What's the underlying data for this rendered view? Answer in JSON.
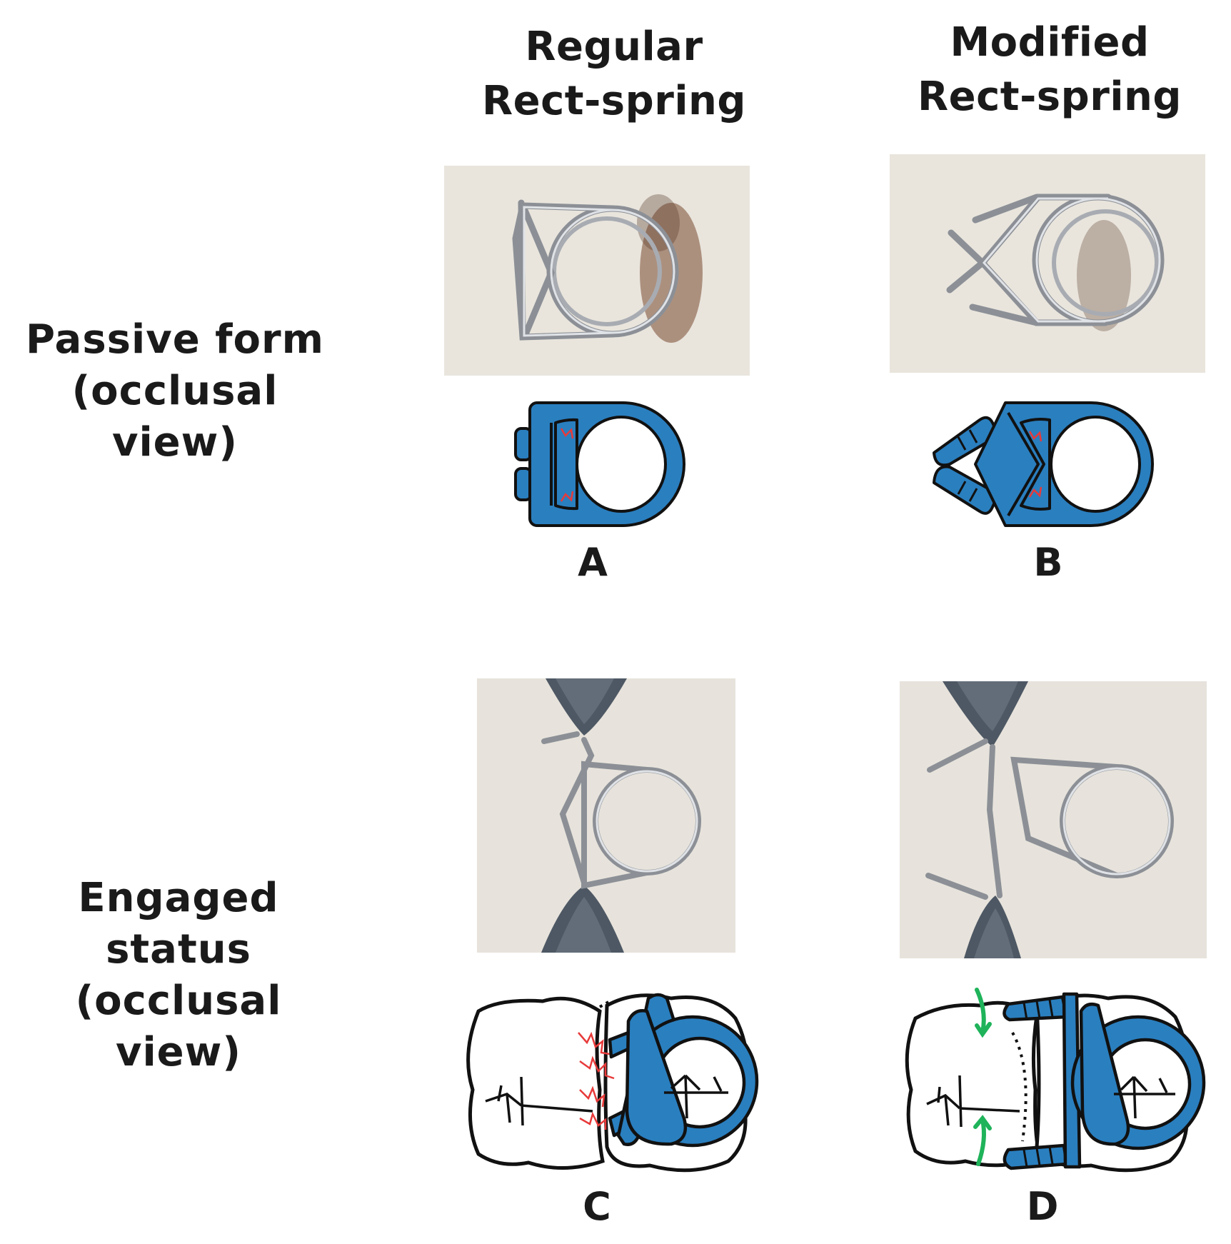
{
  "columns": {
    "regular": {
      "line1": "Regular",
      "line2": "Rect-spring"
    },
    "modified": {
      "line1": "Modified",
      "line2": "Rect-spring"
    }
  },
  "rows": {
    "passive": {
      "line1": "Passive form",
      "line2": "(occlusal view)"
    },
    "engaged": {
      "line1": "Engaged status",
      "line2": "(occlusal view)"
    }
  },
  "panels": {
    "a": "A",
    "b": "B",
    "c": "C",
    "d": "D"
  },
  "colors": {
    "spring_blue": "#2a7fbf",
    "stress_red": "#e83a3a",
    "arrow_green": "#1fb35a",
    "photo_bg": "#e9e5dd"
  }
}
